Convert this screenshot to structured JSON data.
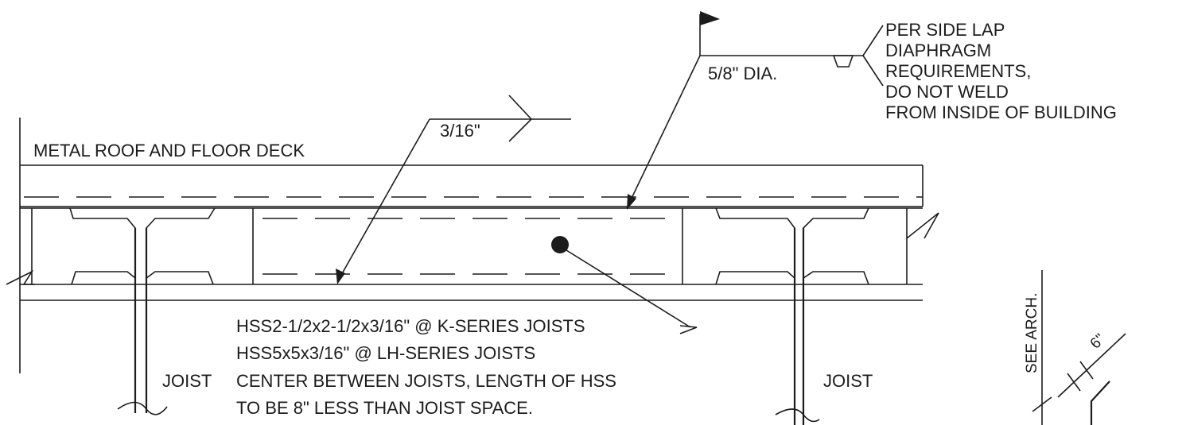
{
  "annotations": {
    "weld_fillet": "3/16\"",
    "weld_plug": "5/8\" DIA.",
    "note_lines": [
      "PER SIDE LAP",
      "DIAPHRAGM",
      "REQUIREMENTS,",
      "DO NOT WELD",
      "FROM INSIDE OF BUILDING"
    ],
    "deck_label": "METAL ROOF AND FLOOR DECK",
    "hss_lines": [
      "HSS2-1/2x2-1/2x3/16\" @ K-SERIES JOISTS",
      "HSS5x5x3/16\" @ LH-SERIES JOISTS",
      "CENTER BETWEEN JOISTS, LENGTH OF HSS",
      "TO BE 8\" LESS THAN JOIST SPACE."
    ],
    "joist_left": "JOIST",
    "joist_right": "JOIST",
    "see_arch": "SEE ARCH.",
    "dim_6": "6\""
  },
  "colors": {
    "ink": "#1c1c1c",
    "paper": "#ffffff"
  }
}
